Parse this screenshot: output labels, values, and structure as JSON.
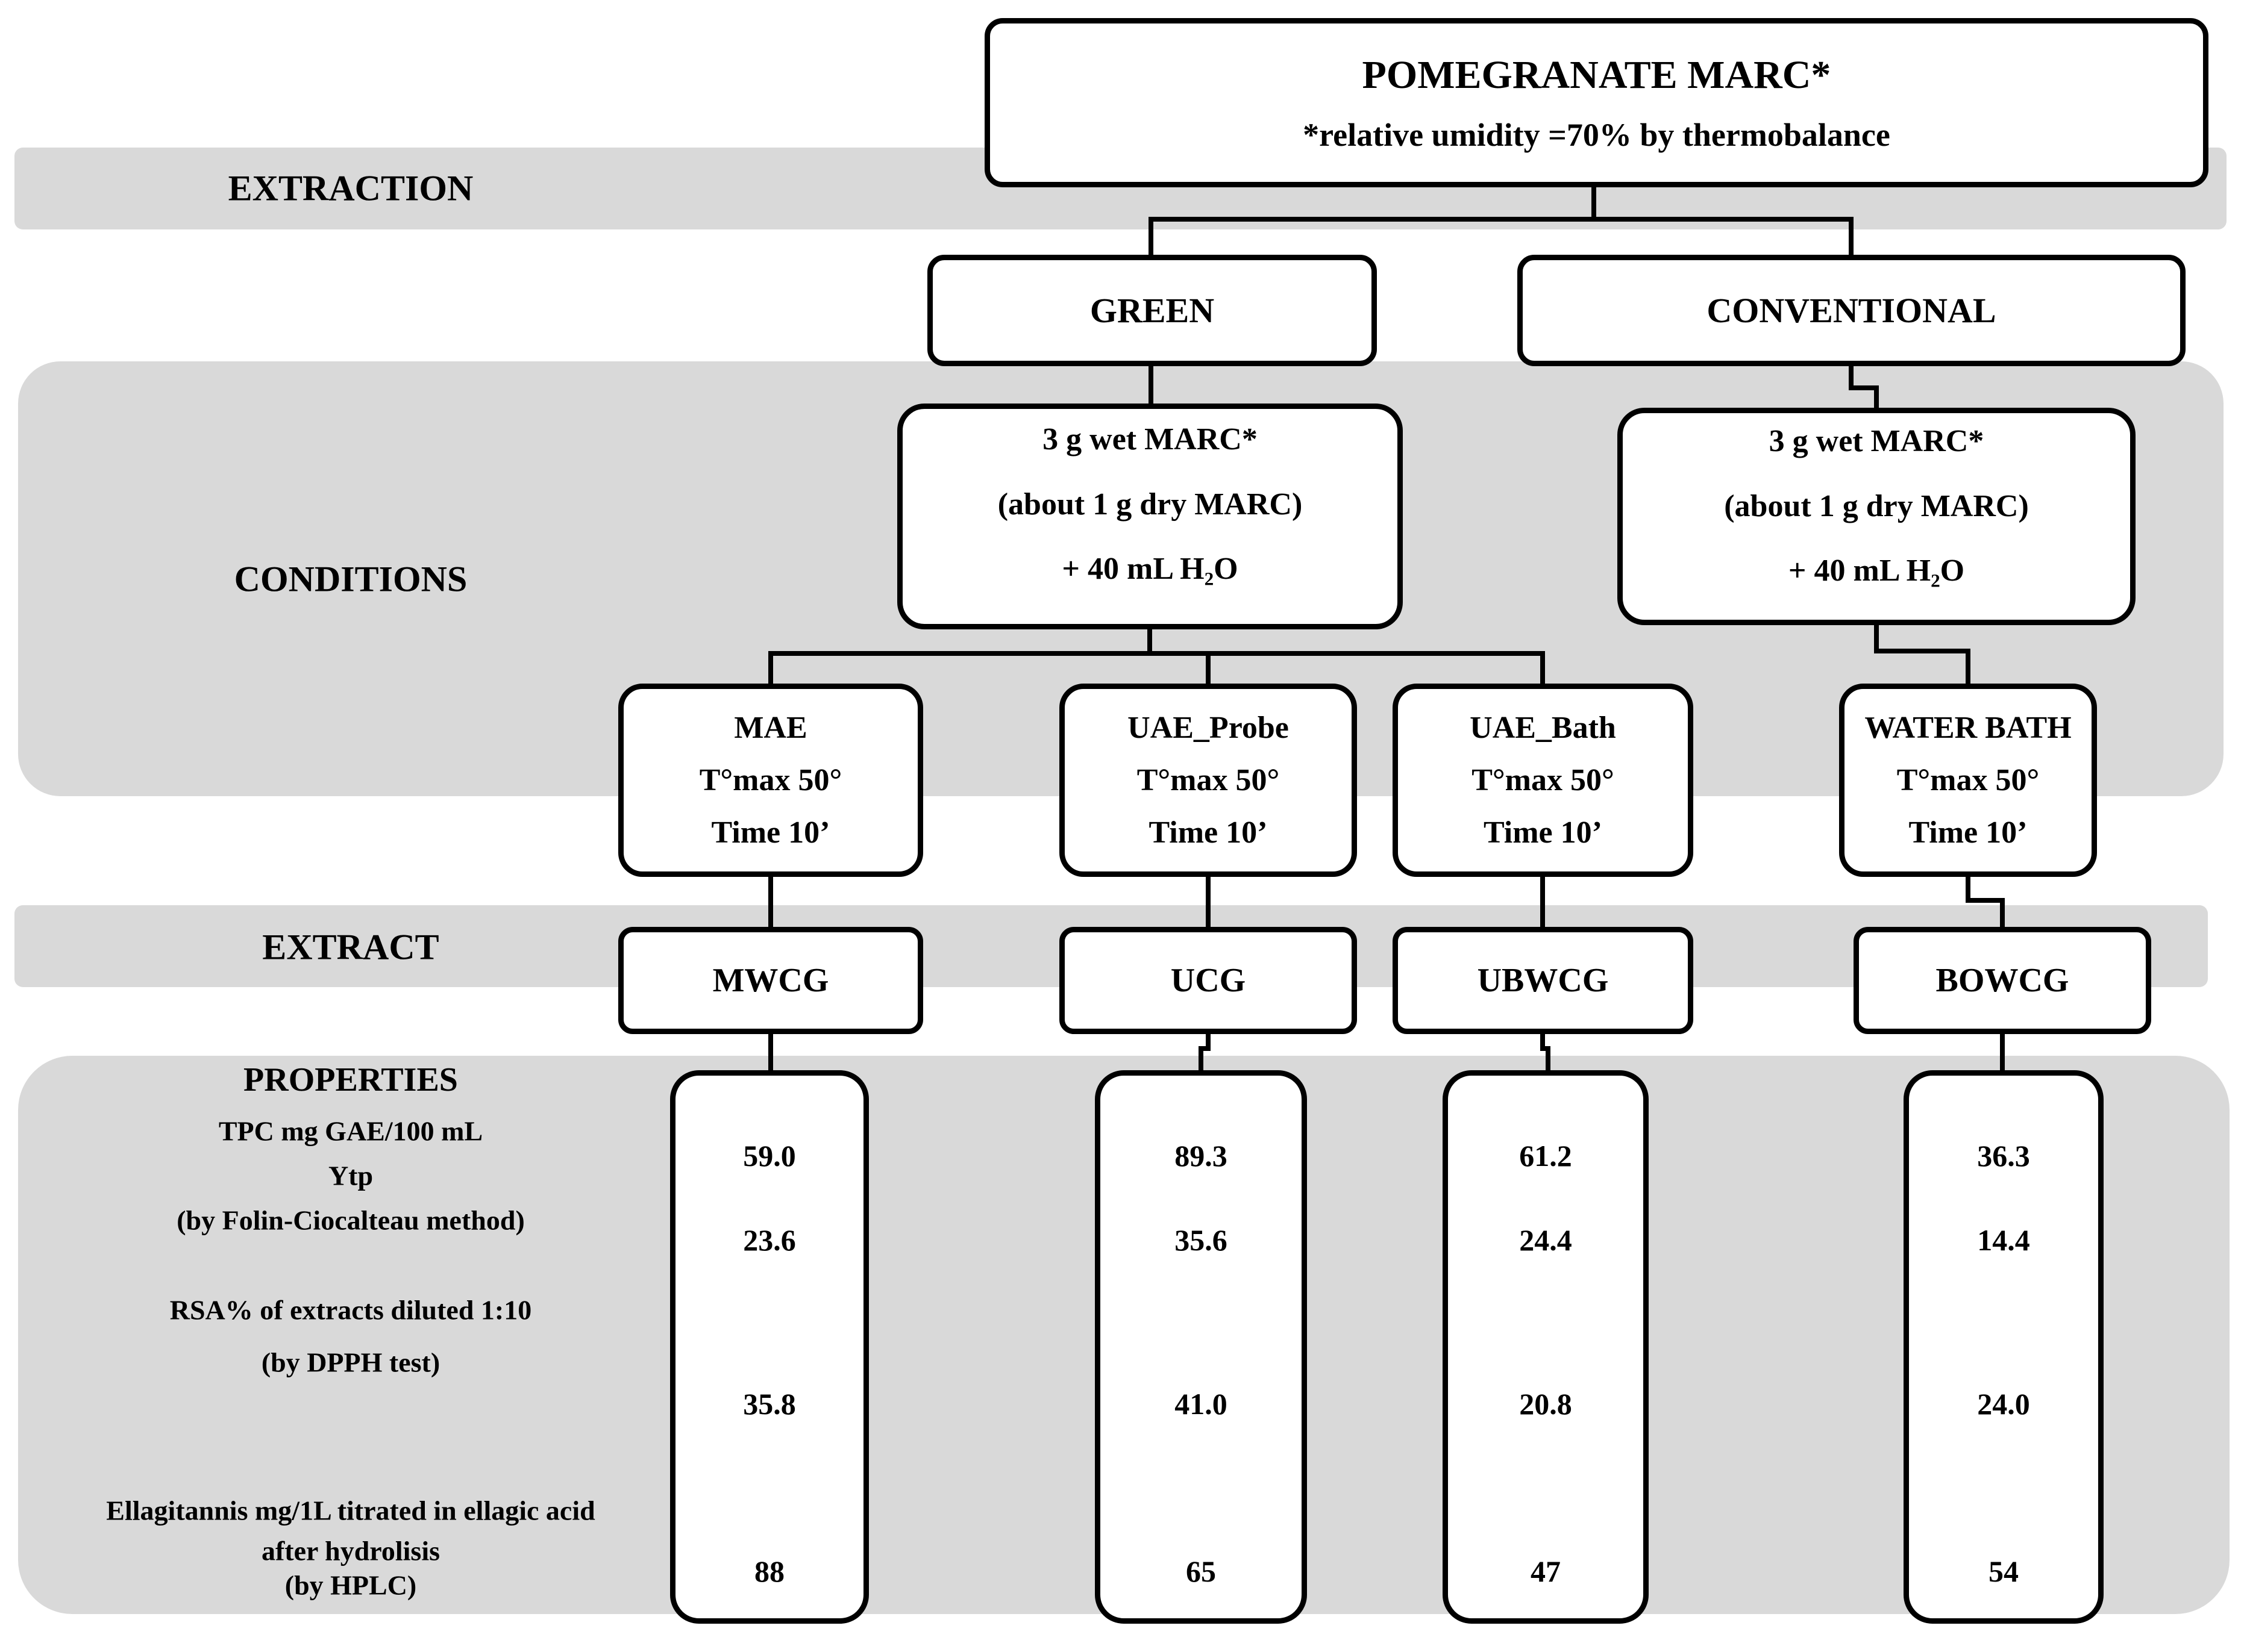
{
  "colors": {
    "band_gray": "#d9d9d9",
    "line_black": "#000000",
    "box_white": "#ffffff"
  },
  "root": {
    "title": "POMEGRANATE MARC*",
    "note": "*relative umidity =70% by thermobalance"
  },
  "stage_labels": {
    "extraction": "EXTRACTION",
    "conditions": "CONDITIONS",
    "extract": "EXTRACT",
    "properties": "PROPERTIES"
  },
  "branches": {
    "green": "GREEN",
    "conventional": "CONVENTIONAL"
  },
  "sample_green": {
    "line1": "3 g wet MARC*",
    "line2": "(about 1 g dry MARC)",
    "line3": "+ 40 mL H₂O"
  },
  "sample_conventional": {
    "line1": "3 g wet MARC*",
    "line2": "(about 1 g dry MARC)",
    "line3": "+ 40 mL H₂O"
  },
  "methods": [
    {
      "name": "MAE",
      "tmax": "T°max 50°",
      "time": "Time 10’"
    },
    {
      "name": "UAE_Probe",
      "tmax": "T°max 50°",
      "time": "Time 10’"
    },
    {
      "name": "UAE_Bath",
      "tmax": "T°max 50°",
      "time": "Time 10’"
    },
    {
      "name": "WATER BATH",
      "tmax": "T°max 50°",
      "time": "Time 10’"
    }
  ],
  "extracts": [
    {
      "code": "MWCG"
    },
    {
      "code": "UCG"
    },
    {
      "code": "UBWCG"
    },
    {
      "code": "BOWCG"
    }
  ],
  "property_labels": {
    "tpc": "TPC mg GAE/100 mL",
    "ytp": "Ytp",
    "folin": "(by Folin-Ciocalteau method)",
    "rsa": "RSA% of extracts diluted 1:10",
    "dpph": "(by DPPH test)",
    "ellagitannins_line1": "Ellagitannis mg/1L titrated in ellagic acid",
    "ellagitannins_line2": "after hydrolisis",
    "ellagitannins_line3": "(by HPLC)"
  },
  "results": [
    {
      "extract": "MWCG",
      "tpc": "59.0",
      "ytp": "23.6",
      "rsa": "35.8",
      "ellagitannins": "88"
    },
    {
      "extract": "UCG",
      "tpc": "89.3",
      "ytp": "35.6",
      "rsa": "41.0",
      "ellagitannins": "65"
    },
    {
      "extract": "UBWCG",
      "tpc": "61.2",
      "ytp": "24.4",
      "rsa": "20.8",
      "ellagitannins": "47"
    },
    {
      "extract": "BOWCG",
      "tpc": "36.3",
      "ytp": "14.4",
      "rsa": "24.0",
      "ellagitannins": "54"
    }
  ]
}
